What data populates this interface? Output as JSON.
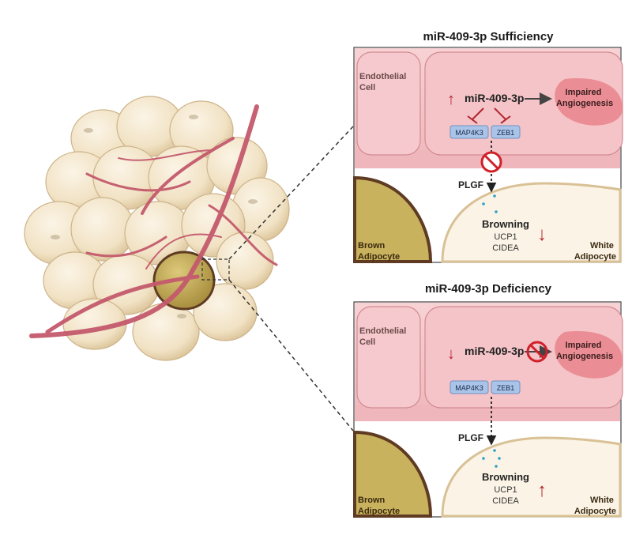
{
  "colors": {
    "endothelial": "#f4c4c8",
    "endothelial_dark": "#c9747c",
    "vessel": "#c45a6d",
    "fat_cell": "#f3e6cf",
    "brown_cell": "#c9b25e",
    "arrow_red": "#b3262e",
    "gene_box": "#a9c4e8",
    "impaired_blob": "#e9848b"
  },
  "panels": [
    {
      "title": "miR-409-3p Sufficiency",
      "endothelial_label": [
        "Endothelial",
        "Cell"
      ],
      "mirna": "miR-409-3p",
      "mirna_direction": "up",
      "impaired": [
        "Impaired",
        "Angiogenesis"
      ],
      "genes": [
        "MAP4K3",
        "ZEB1"
      ],
      "inhibits_genes": true,
      "blocked_secretion": true,
      "plgf": "PLGF",
      "browning": "Browning",
      "markers": [
        "UCP1",
        "CIDEA"
      ],
      "browning_direction": "down",
      "brown_label": [
        "Brown",
        "Adipocyte"
      ],
      "white_label": [
        "White",
        "Adipocyte"
      ]
    },
    {
      "title": "miR-409-3p Deficiency",
      "endothelial_label": [
        "Endothelial",
        "Cell"
      ],
      "mirna": "miR-409-3p",
      "mirna_direction": "down",
      "impaired": [
        "Impaired",
        "Angiogenesis"
      ],
      "genes": [
        "MAP4K3",
        "ZEB1"
      ],
      "inhibits_genes": false,
      "blocked_secretion": false,
      "plgf": "PLGF",
      "browning": "Browning",
      "markers": [
        "UCP1",
        "CIDEA"
      ],
      "browning_direction": "up",
      "brown_label": [
        "Brown",
        "Adipocyte"
      ],
      "white_label": [
        "White",
        "Adipocyte"
      ]
    }
  ]
}
